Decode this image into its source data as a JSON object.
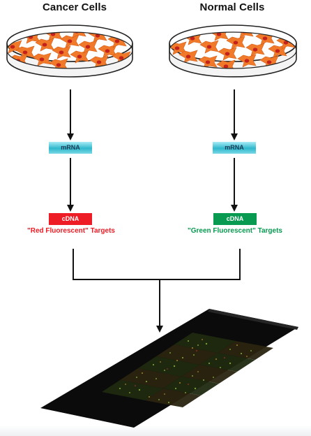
{
  "titles": {
    "left": "Cancer Cells",
    "right": "Normal Cells"
  },
  "mrna": {
    "left": "mRNA",
    "right": "mRNA"
  },
  "cdna": {
    "left": "cDNA",
    "right": "cDNA"
  },
  "targets": {
    "left": "\"Red Fluorescent\" Targets",
    "right": "\"Green Fluorescent\" Targets"
  },
  "colors": {
    "red": "#ee1c24",
    "green": "#079a50",
    "cyan": "#2fb8cc",
    "cell_orange": "#f07a2a",
    "nucleus": "#c2221b",
    "slide": "#0b0b0b"
  }
}
